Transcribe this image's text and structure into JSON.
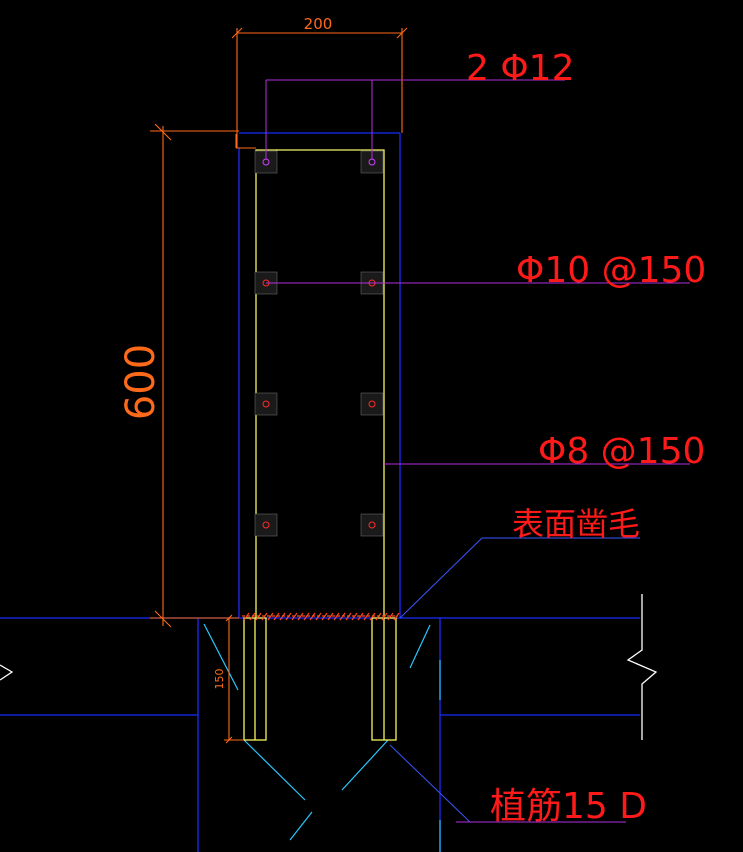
{
  "drawing": {
    "dimensions": {
      "width": "200",
      "height": "600",
      "embed_depth": "150"
    },
    "labels": {
      "top_rebar": "2 Φ12",
      "horizontal_rebar": "Φ10 @150",
      "stirrup": "Φ8 @150",
      "surface_treatment": "表面凿毛",
      "anchor_rebar": "植筋15 D"
    },
    "colors": {
      "background": "#000000",
      "outline": "#1a2cff",
      "dimension": "#ff6a1a",
      "label_text": "#ff1a1a",
      "leader": "#b030e0",
      "rebar": "#f5f560",
      "hatch": "#ff4a1a",
      "cyan": "#28c8ff",
      "white": "#ffffff"
    }
  }
}
